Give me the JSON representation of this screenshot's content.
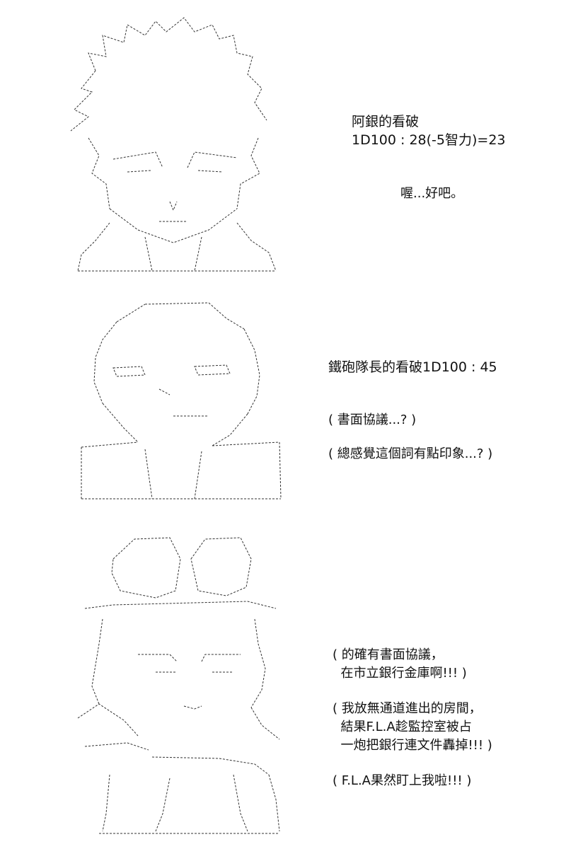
{
  "panel1": {
    "line1": "阿銀的看破",
    "line2": "1D100 : 28(-5智力)=23",
    "reply": "喔...好吧。"
  },
  "panel2": {
    "roll": "鐵砲隊長的看破1D100 : 45",
    "thought1": "( 書面協議...? )",
    "thought2": "( 總感覺這個詞有點印象...? )"
  },
  "panel3": {
    "block1_line1": "( 的確有書面協議，",
    "block1_line2": "  在市立銀行金庫啊!!! )",
    "block2_line1": "( 我放無通道進出的房間，",
    "block2_line2": "  結果F.L.A趁監控室被占",
    "block2_line3": "  一炮把銀行連文件轟掉!!! )",
    "block3_line1": "( F.L.A果然盯上我啦!!! )"
  },
  "colors": {
    "text": "#111111",
    "art": "#333333",
    "background": "#ffffff"
  }
}
